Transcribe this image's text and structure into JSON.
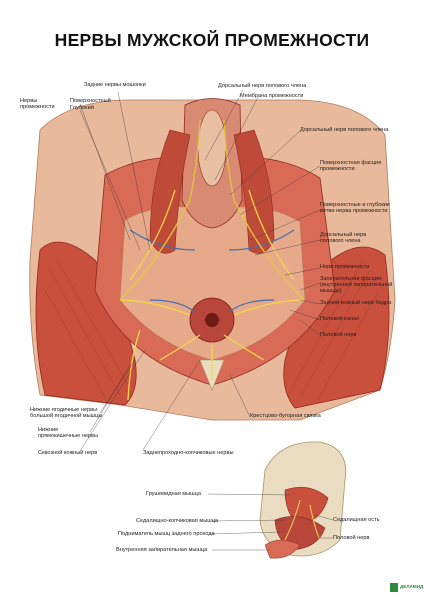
{
  "title": "НЕРВЫ МУЖСКОЙ ПРОМЕЖНОСТИ",
  "labels": {
    "scrotal_nerves": "Задние нервы мошонки",
    "perineal_nerves_1": "Нервы",
    "perineal_nerves_2": "промежности",
    "superficial": "Поверхностный",
    "deep": "Глубокий",
    "dorsal_penis_top": "Дорсальный нерв полового члена",
    "perineal_membrane": "Мембрана промежности",
    "dorsal_penis_2": "Дорсальный нерв полового члена",
    "superficial_fascia_1": "Поверхностная фасция",
    "superficial_fascia_2": "промежности",
    "branches_1": "Поверхностные и глубокие",
    "branches_2": "ветви нерва промежности",
    "dorsal_penis_3_1": "Дорсальный нерв",
    "dorsal_penis_3_2": "полового члена",
    "perineal_nerve": "Нерв промежности",
    "obturator_fascia_1": "Запирательная фасция",
    "obturator_fascia_2": "(внутренней запирательной",
    "obturator_fascia_3": "мышцы)",
    "post_cut_thigh": "Задний кожный нерв бедра",
    "pudendal_canal": "Половой канал",
    "pudendal_nerve_r": "Половой нерв",
    "sacrotuberous": "Крестцово-бугорная связка",
    "inf_gluteal_1": "Нижние ягодичные нервы",
    "inf_gluteal_2": "большой ягодичной мышцы",
    "inf_rectal_1": "Нижние",
    "inf_rectal_2": "прямокишечные нервы",
    "perforating": "Сквозной кожный нерв",
    "anococcygeal": "Заднепроходно-копчиковые нервы",
    "piriformis": "Грушевидная мышца",
    "coccygeus": "Седалищно-копчиковая мышца",
    "levator_ani": "Подниматель мышц заднего прохода",
    "obturator_int": "Внутренняя запирательная мышца",
    "ischial_spine": "Седалищная ость",
    "pudendal_nerve_inset": "Половой нерв"
  },
  "publisher": "ДЕЛАМИД",
  "colors": {
    "muscle": "#c9503c",
    "muscle_dark": "#8e2a20",
    "skin": "#e8b99a",
    "fascia": "#d9c7a8",
    "nerve": "#f3d64a",
    "vessel": "#3f6fb0",
    "bone": "#e9dcc0",
    "logo": "#2e8b3a"
  }
}
